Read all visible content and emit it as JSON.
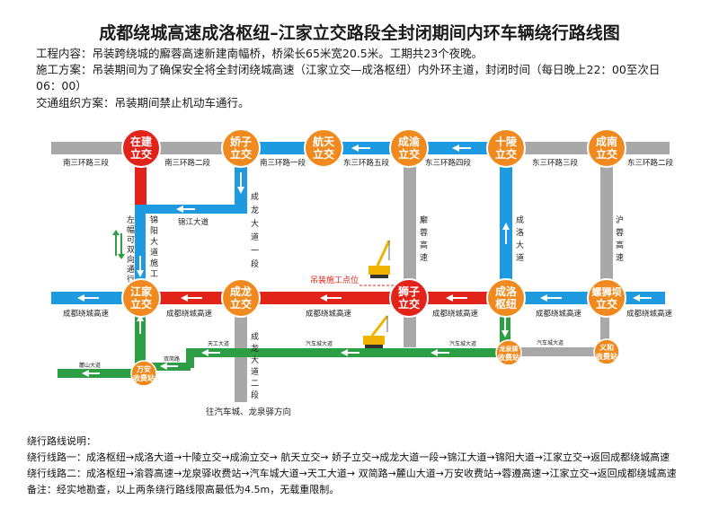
{
  "title": "成都绕城高速成洛枢纽–江家立交路段全封闭期间内环车辆绕行路线图",
  "info": {
    "line1": "工程内容：吊装跨绕城的廨蓉高速新建南幅桥，桥梁长65米宽20.5米。工期共23个夜晚。",
    "line2a": "施工方案：吊装期间为了确保安全将全封闭绕城高速（江家立交—成洛枢纽）内外环主道，封闭时间（每日晚上22：00至次日",
    "line2b": "06：00）",
    "line3": "交通组织方案：吊装期间禁止机动车通行。"
  },
  "nodes": {
    "zaijian": [
      "在建",
      "立交"
    ],
    "jiaozi": [
      "娇子",
      "立交"
    ],
    "hangtian": [
      "航天",
      "立交"
    ],
    "chengyu": [
      "成渝",
      "立交"
    ],
    "shiling": [
      "十陵",
      "立交"
    ],
    "chengnan": [
      "成南",
      "立交"
    ],
    "jiangjia": [
      "江家",
      "立交"
    ],
    "chenglong": [
      "成龙",
      "立交"
    ],
    "shizi": [
      "狮子",
      "立交"
    ],
    "chengluo": [
      "成洛",
      "枢纽"
    ],
    "luoshiba": [
      "螺狮坝",
      "立交"
    ]
  },
  "stations": {
    "wanan": [
      "万安",
      "收费站"
    ],
    "longquanyi": [
      "龙泉驿",
      "收费站"
    ],
    "yihe": [
      "义和",
      "收费站"
    ]
  },
  "labels": {
    "nansan2_left": "南三环路三段",
    "nansan2": "南三环路二段",
    "nansan1": "南三环路一段",
    "dongsan5": "东三环路五段",
    "dongsan4": "东三环路四段",
    "dongsan3": "东三环路三段",
    "dongsan2": "东三环路二段",
    "jinjiang": "锦江大道",
    "chenglong1": [
      "成",
      "龙",
      "大",
      "道",
      "一",
      "段"
    ],
    "chenglong2": [
      "成",
      "龙",
      "大",
      "道",
      "二",
      "段"
    ],
    "jinyang": [
      "锦",
      "阳",
      "大",
      "道",
      "施",
      "工"
    ],
    "zuofu": [
      "左",
      "幅",
      "可",
      "双",
      "向",
      "通",
      "行"
    ],
    "xierong": [
      "廨",
      "蓉",
      "高",
      "速"
    ],
    "chengluo_road": [
      "成",
      "洛",
      "大",
      "道"
    ],
    "hurong": [
      "沪",
      "蓉",
      "高",
      "速"
    ],
    "rao1": "成都绕城高速",
    "rao2": "成都绕城高速",
    "rao3": "成都绕城高速",
    "rao4": "成都绕城高速",
    "rao5": "成都绕城高速",
    "rao6": "成都绕城高速",
    "construction": "吊装施工点位",
    "tianfu": "天工大道",
    "qiche1": "汽车城大道",
    "qiche2": "汽车城大道",
    "lushan": "麓山大道",
    "shuangjian": "双简路",
    "qiche_left": "汽车城大道",
    "destination": "往汽车城、龙泉驿方向"
  },
  "notes": {
    "heading": "绕行路线说明：",
    "route1": "绕行线路一：成洛枢纽→成洛大道→十陵立交→成渝立交→ 航天立交→ 娇子立交→成龙大道一段→锦江大道→锦阳大道→江家立交→返回成都绕城高速",
    "route2": "绕行线路二：成洛枢纽→渝蓉高速→龙泉驿收费站→汽车城大道→天工大道→ 双简路→麓山大道→万安收费站→蓉遵高速→江家立交→返回成都绕城高速",
    "remark": "备注：经实地勘查，以上两条绕行路线限高最低为4.5m，无载重限制。"
  },
  "colors": {
    "road_gray": "#a8a8a8",
    "route_blue": "#1e9be0",
    "route_green": "#2e9e44",
    "closed_red": "#e2231a",
    "node_orange": "#f08a1e",
    "node_red": "#e2231a"
  }
}
